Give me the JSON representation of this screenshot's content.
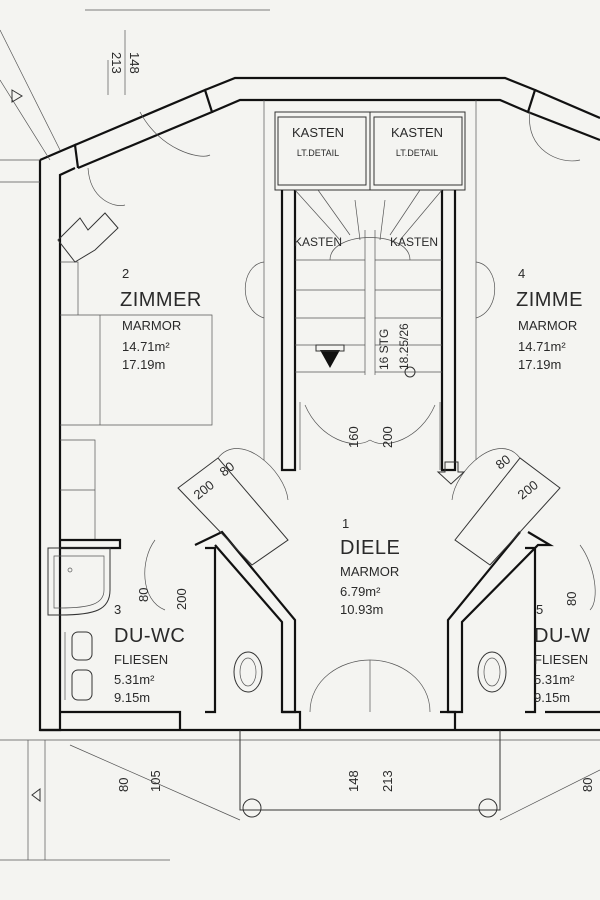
{
  "rooms": [
    {
      "number": "2",
      "name": "ZIMMER",
      "material": "MARMOR",
      "area": "14.71m²",
      "perimeter": "17.19m"
    },
    {
      "number": "4",
      "name": "ZIMME",
      "material": "MARMOR",
      "area": "14.71m²",
      "perimeter": "17.19m"
    },
    {
      "number": "1",
      "name": "DIELE",
      "material": "MARMOR",
      "area": "6.79m²",
      "perimeter": "10.93m"
    },
    {
      "number": "3",
      "name": "DU-WC",
      "material": "FLIESEN",
      "area": "5.31m²",
      "perimeter": "9.15m"
    },
    {
      "number": "5",
      "name": "DU-W",
      "material": "FLIESEN",
      "area": "5.31m²",
      "perimeter": "9.15m"
    }
  ],
  "closets": [
    {
      "label": "KASTEN",
      "sub": "LT.DETAIL"
    },
    {
      "label": "KASTEN",
      "sub": "LT.DETAIL"
    },
    {
      "label": "KASTEN",
      "sub": ""
    },
    {
      "label": "KASTEN",
      "sub": ""
    }
  ],
  "stair": {
    "steps": "16 STG",
    "ratio": "18.25/26"
  },
  "dims": {
    "top_left_w": "148",
    "top_left_h": "213",
    "hall_door_w": "160",
    "hall_door_h": "200",
    "diag_left_w": "80",
    "diag_left_h": "200",
    "diag_right_w": "80",
    "diag_right_h": "200",
    "wc_door_w": "80",
    "wc_door_h": "200",
    "bottom_left_w": "80",
    "bottom_left_h": "105",
    "entrance_w": "148",
    "entrance_h": "213",
    "bottom_right_w": "80",
    "wc_right_w": "80"
  }
}
